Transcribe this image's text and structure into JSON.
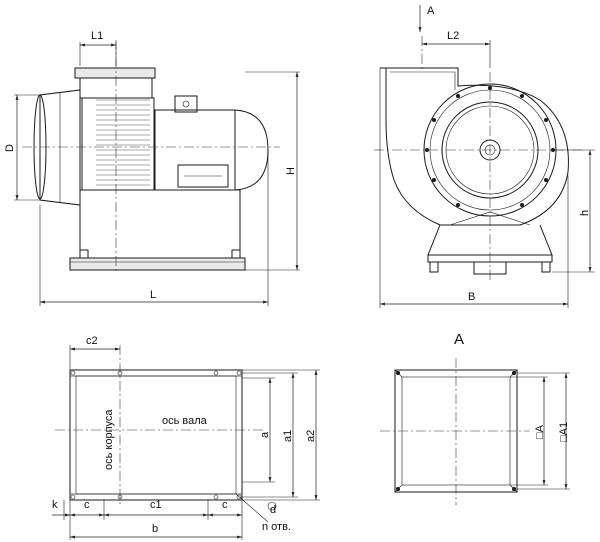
{
  "dimensions": {
    "L1": "L1",
    "L2": "L2",
    "D": "D",
    "H": "H",
    "h": "h",
    "L": "L",
    "B": "B",
    "A_view": "A",
    "c2": "c2",
    "a": "a",
    "a1": "a1",
    "a2": "a2",
    "k": "k",
    "c": "c",
    "c1": "c1",
    "b": "b",
    "d": "d",
    "n_holes": "n отв.",
    "A_view_title": "A",
    "sqA": "□A",
    "sqA1": "□A1"
  },
  "axes": {
    "shaft_axis": "ось вала",
    "body_axis": "ось корпуса"
  }
}
